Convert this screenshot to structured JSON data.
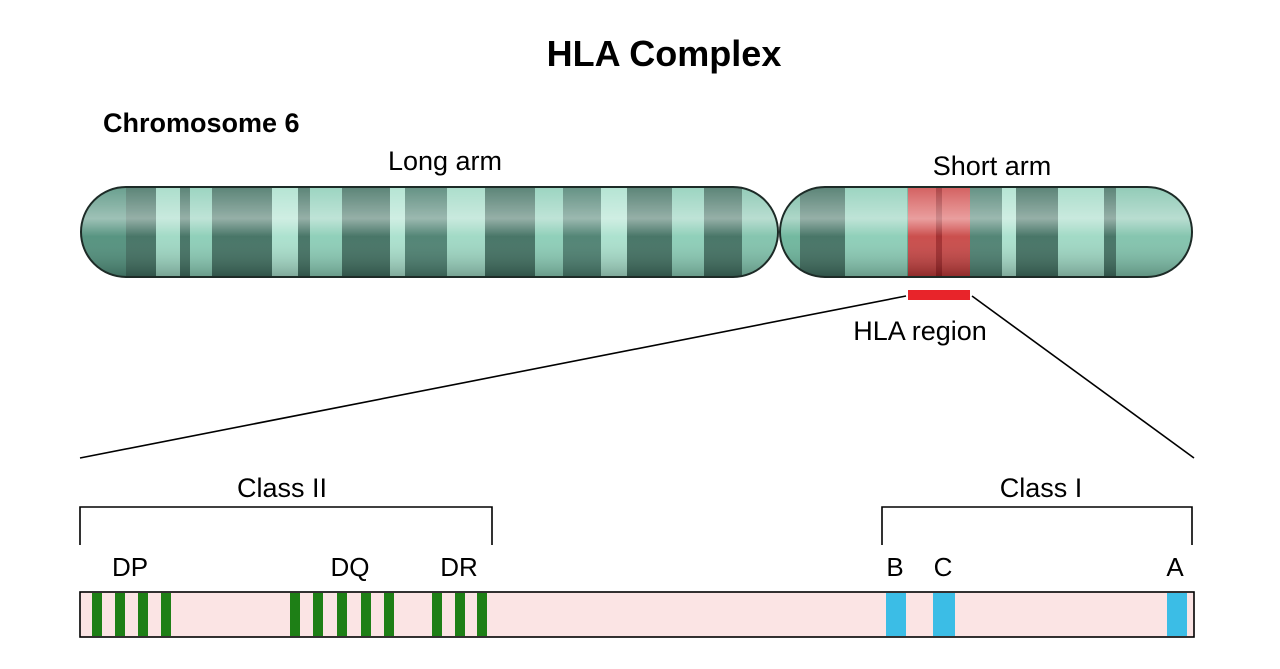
{
  "title": "HLA Complex",
  "chromosome": {
    "name": "Chromosome 6",
    "long_arm_label": "Long arm",
    "short_arm_label": "Short arm",
    "hla_region_label": "HLA region"
  },
  "classes": {
    "class_ii_label": "Class II",
    "class_i_label": "Class I"
  },
  "genes": {
    "dp": "DP",
    "dq": "DQ",
    "dr": "DR",
    "b": "B",
    "c": "C",
    "a": "A"
  },
  "colors": {
    "chromosome_body": "#5fa88f",
    "chromosome_dark_band": "#3f6f60",
    "chromosome_light_band": "#9dd8c3",
    "hla_highlight": "#e8242a",
    "class_ii_genes": "#1e7f16",
    "class_i_genes": "#3bbde6",
    "map_bar": "#fbe4e4"
  }
}
